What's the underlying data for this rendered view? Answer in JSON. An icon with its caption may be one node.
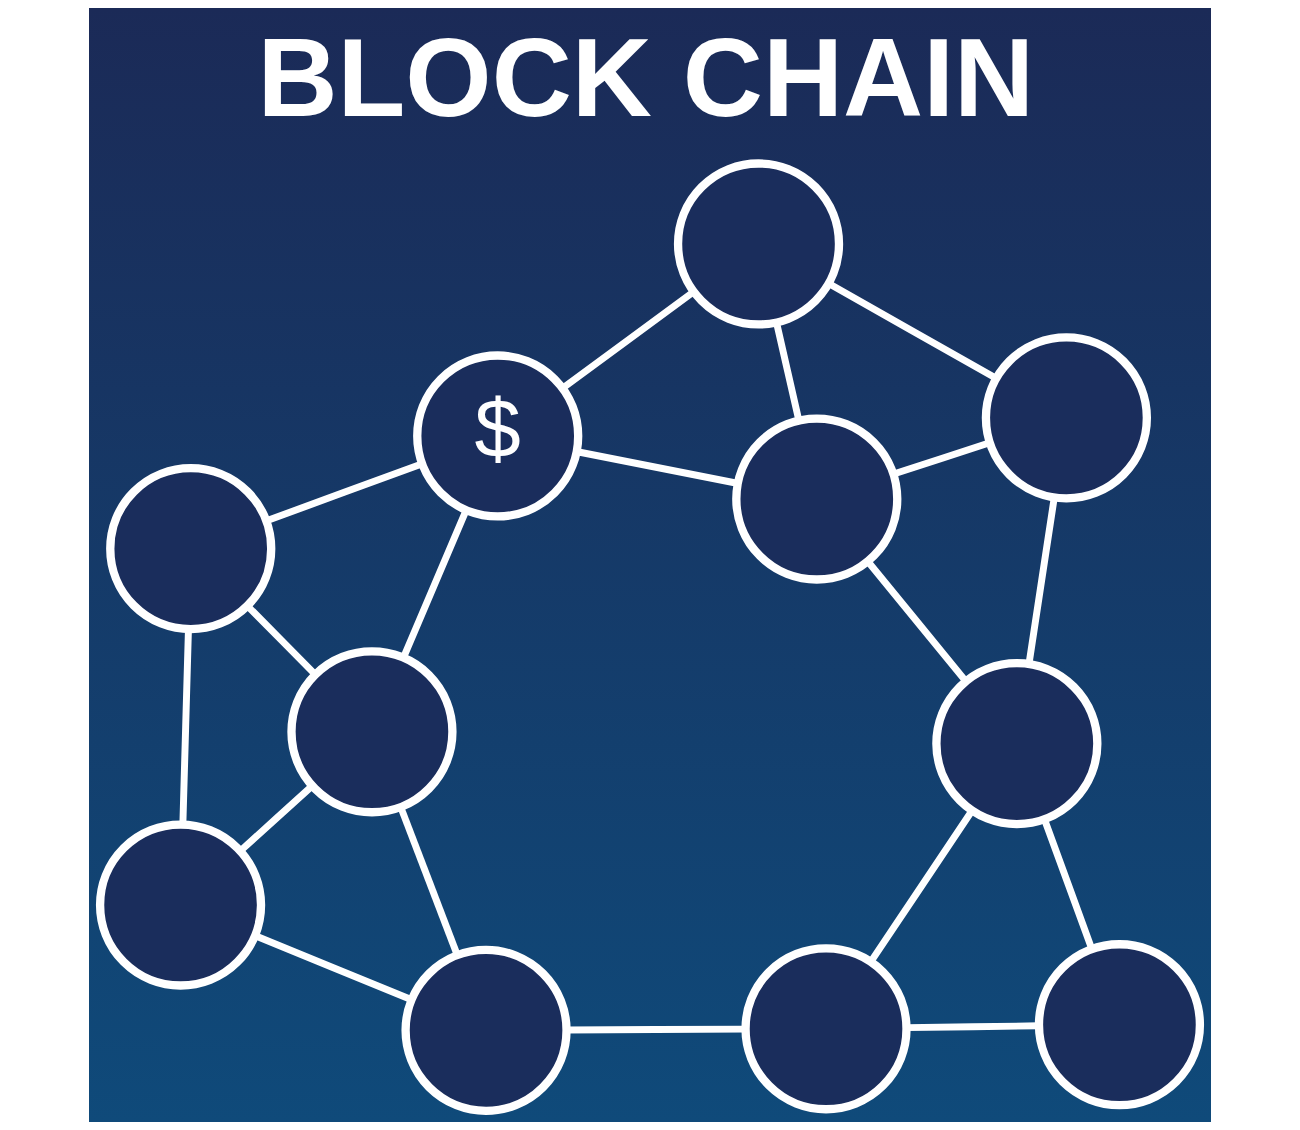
{
  "diagram": {
    "title": "BLOCK CHAIN",
    "nodes": [
      {
        "text": [],
        "shape": "circle"
      },
      {
        "text": [
          "$"
        ]
      },
      {
        "text": [],
        "shape": "circle"
      },
      {
        "text": [],
        "shape": "circle"
      },
      {
        "text": [],
        "shape": "circle"
      },
      {
        "text": [],
        "shape": "circle"
      },
      {
        "text": [],
        "shape": "circle"
      },
      {
        "text": [],
        "shape": "circle"
      },
      {
        "text": [],
        "shape": "circle"
      },
      {
        "text": [],
        "shape": "circle"
      },
      {
        "text": [],
        "shape": "circle"
      }
    ],
    "edges": [
      {
        "from": 0,
        "to": 1,
        "arrow": "none"
      },
      {
        "from": 1,
        "to": 2,
        "arrow": "none"
      },
      {
        "from": 0,
        "to": 3,
        "arrow": "none"
      },
      {
        "from": 0,
        "to": 6,
        "arrow": "none"
      },
      {
        "from": 1,
        "to": 3,
        "arrow": "none"
      },
      {
        "from": 1,
        "to": 4,
        "arrow": "none"
      },
      {
        "from": 2,
        "to": 4,
        "arrow": "none"
      },
      {
        "from": 2,
        "to": 5,
        "arrow": "none"
      },
      {
        "from": 4,
        "to": 5,
        "arrow": "none"
      },
      {
        "from": 4,
        "to": 7,
        "arrow": "none"
      },
      {
        "from": 5,
        "to": 7,
        "arrow": "none"
      },
      {
        "from": 3,
        "to": 6,
        "arrow": "none"
      },
      {
        "from": 3,
        "to": 8,
        "arrow": "none"
      },
      {
        "from": 6,
        "to": 8,
        "arrow": "none"
      },
      {
        "from": 8,
        "to": 9,
        "arrow": "none"
      },
      {
        "from": 9,
        "to": 7,
        "arrow": "none"
      },
      {
        "from": 9,
        "to": 10,
        "arrow": "none"
      },
      {
        "from": 7,
        "to": 10,
        "arrow": "none"
      }
    ]
  }
}
